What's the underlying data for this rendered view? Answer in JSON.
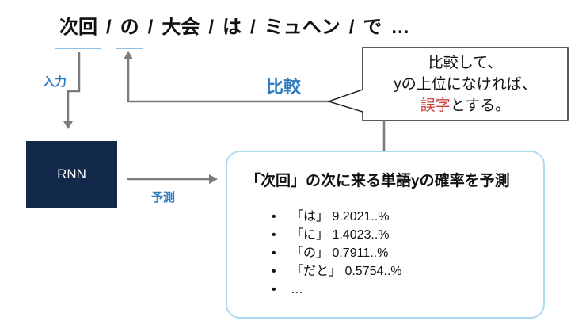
{
  "sentence": {
    "tokens": [
      {
        "text": "次回",
        "underlined": true
      },
      {
        "text": "の",
        "underlined": true
      },
      {
        "text": "大会",
        "underlined": false
      },
      {
        "text": "は",
        "underlined": false
      },
      {
        "text": "ミュヘン",
        "underlined": false
      },
      {
        "text": "で",
        "underlined": false
      }
    ],
    "separator": "/",
    "trailing": "…"
  },
  "labels": {
    "input": "入力",
    "compare": "比較",
    "predict": "予測"
  },
  "callout": {
    "line1": "比較して、",
    "line2": "yの上位になければ、",
    "line3_highlight": "誤字",
    "line3_rest": "とする。"
  },
  "rnn": {
    "label": "RNN"
  },
  "prediction": {
    "title": "「次回」の次に来る単語yの確率を予測",
    "bullet": "•",
    "items": [
      "「は」 9.2021..%",
      "「に」 1.4023..%",
      "「の」 0.7911..%",
      "「だと」 0.5754..%",
      "…"
    ]
  },
  "colors": {
    "label_blue": "#2f7dc1",
    "highlight_red": "#c8423a",
    "rnn_fill": "#13294b",
    "arrow_gray": "#7b7b7b",
    "underline_blue": "#8fc0e8",
    "box_border": "#aadbf0",
    "callout_border": "#222222"
  }
}
